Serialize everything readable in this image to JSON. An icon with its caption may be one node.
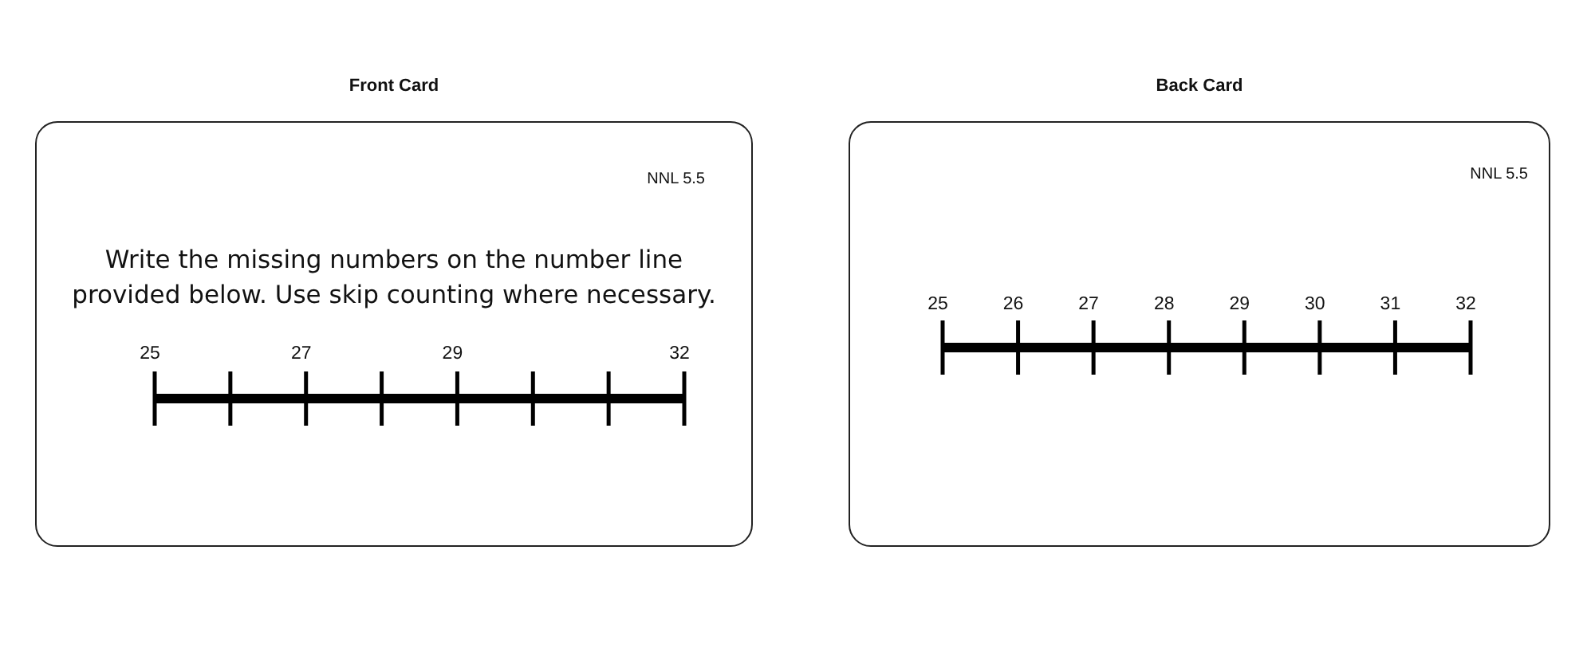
{
  "diagram": {
    "nodes": [
      {
        "text": [
          "Front Card",
          "NNL 5.5",
          "Write the missing numbers on the number line provided below. Use skip counting where necessary."
        ]
      },
      {
        "text": [
          "Back Card",
          "NNL 5.5"
        ]
      }
    ],
    "labels": [
      "25",
      "27",
      "29",
      "32",
      "25",
      "26",
      "27",
      "28",
      "29",
      "30",
      "31",
      "32"
    ]
  }
}
